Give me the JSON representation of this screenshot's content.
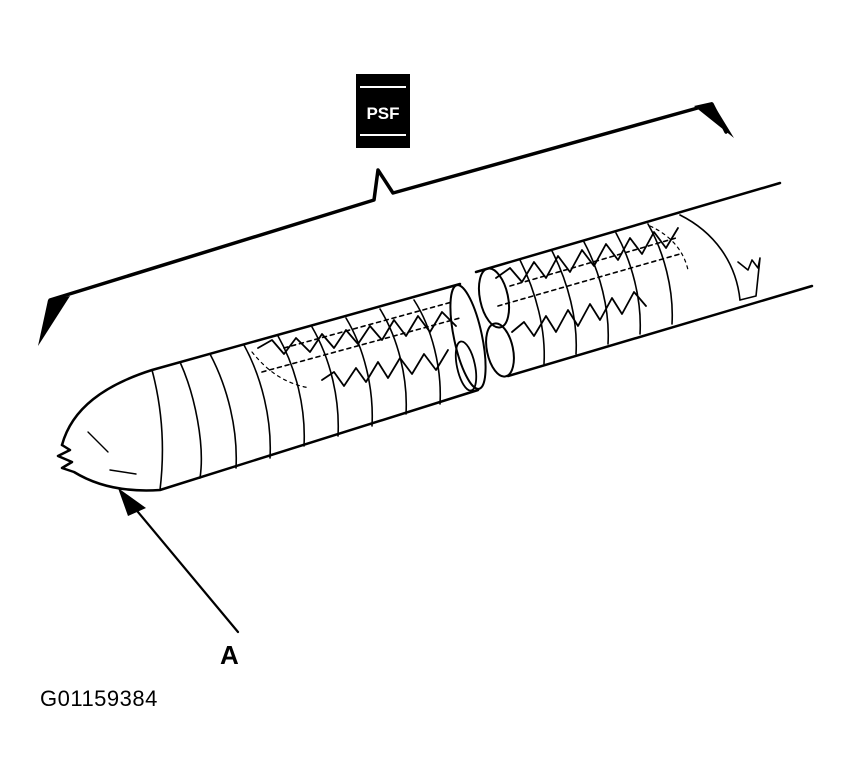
{
  "diagram": {
    "badge_text": "PSF",
    "callout_label": "A",
    "figure_id": "G01159384"
  }
}
